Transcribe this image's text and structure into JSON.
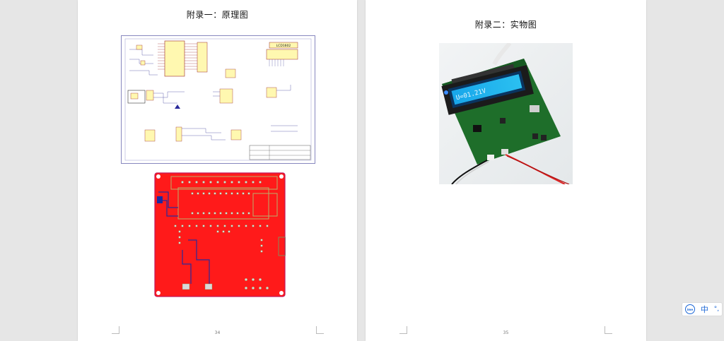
{
  "document": {
    "pages": [
      {
        "heading": "附录一：原理图",
        "page_number": "34",
        "figures": [
          "schematic-diagram",
          "pcb-layout"
        ]
      },
      {
        "heading": "附录二：实物图",
        "page_number": "35",
        "figures": [
          "device-photo"
        ],
        "lcd_text": "U=01.21V"
      }
    ]
  },
  "schematic": {
    "lcd_label": "LCD1602"
  },
  "ime_toolbar": {
    "mode_label": "中",
    "punct_label": "°,"
  },
  "colors": {
    "page_background": "#ffffff",
    "viewer_background": "#e6e6e6",
    "pcb_copper": "#ff1a1a",
    "pcb_silk": "#c9c96a",
    "pcb_board_edge": "#c2185b",
    "pcb_blue_trace": "#2a2a9a",
    "lcd_backlight": "#1ea7e8",
    "board_green": "#1e6e2a",
    "ime_accent": "#1a66d6"
  },
  "icons": {
    "ime_logo": "ime-logo-icon",
    "punctuation": "punctuation-icon"
  }
}
